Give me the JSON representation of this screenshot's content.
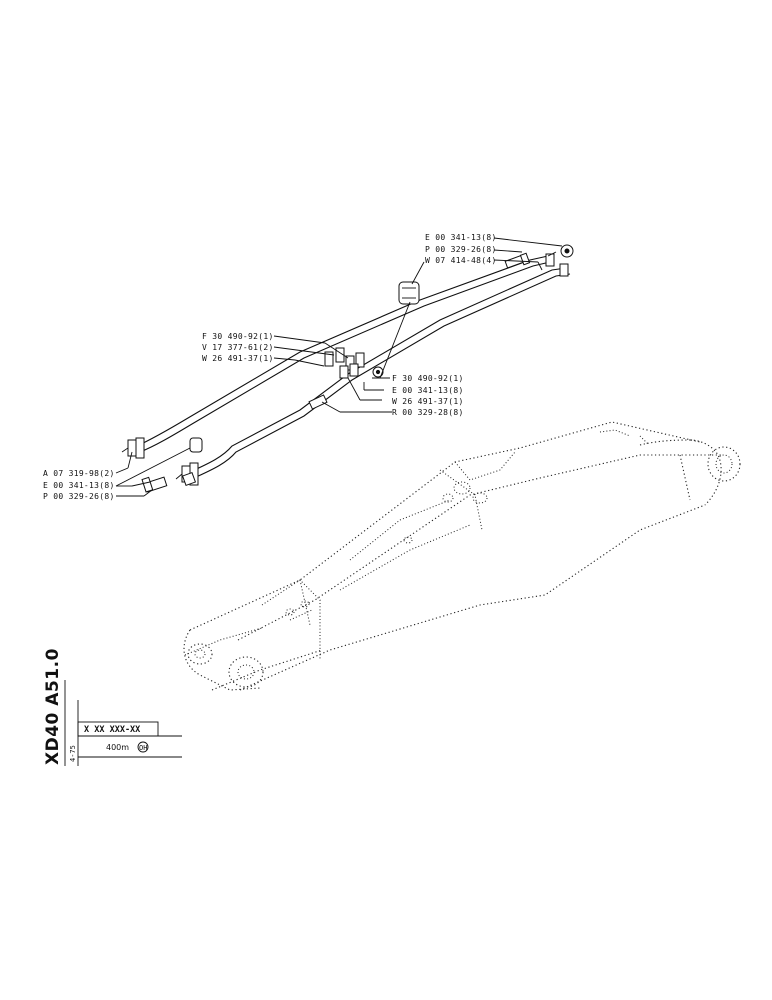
{
  "callouts": {
    "top_1": "E 00 341-13(8)",
    "top_2": "P 00 329-26(8)",
    "top_3": "W 07 414-48(4)",
    "left_1": "F 30 490-92(1)",
    "left_2": "V 17 377-61(2)",
    "left_3": "W 26 491-37(1)",
    "right_1": "F 30 490-92(1)",
    "right_2": "E 00 341-13(8)",
    "right_3": "W 26 491-37(1)",
    "right_4": "R 00 329-28(8)",
    "bottom_1": "A 07 319-98(2)",
    "bottom_2": "E 00 341-13(8)",
    "bottom_3": "P 00 329-26(8)"
  },
  "title_block": {
    "drawing_code": "XD40 A51.0",
    "sheet_ref": "4-75",
    "part_number": "X XX XXX-XX",
    "variant": "400m",
    "variant_symbol": "OH"
  }
}
